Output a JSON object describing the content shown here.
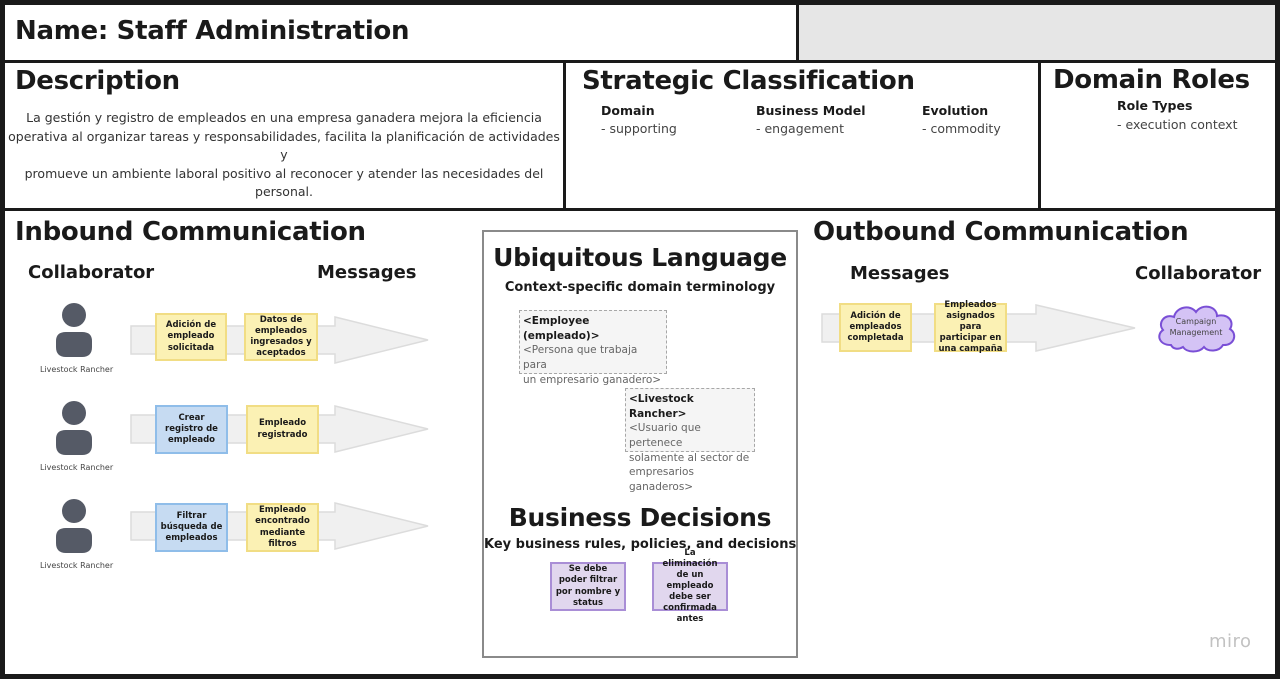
{
  "header": {
    "name_title": "Name: Staff Administration"
  },
  "description": {
    "heading": "Description",
    "lines": [
      "La gestión y registro de empleados en una empresa ganadera mejora la eficiencia",
      "operativa al organizar tareas y responsabilidades, facilita la planificación de actividades y",
      "promueve un ambiente laboral positivo al reconocer y atender las necesidades del",
      "personal."
    ]
  },
  "strategic": {
    "heading": "Strategic Classification",
    "columns": [
      {
        "label": "Domain",
        "value": "- supporting"
      },
      {
        "label": "Business Model",
        "value": "- engagement"
      },
      {
        "label": "Evolution",
        "value": "- commodity"
      }
    ]
  },
  "domain_roles": {
    "heading": "Domain Roles",
    "label": "Role Types",
    "value": "- execution context"
  },
  "inbound": {
    "heading": "Inbound Communication",
    "collaborator_label": "Collaborator",
    "messages_label": "Messages",
    "rows": [
      {
        "collaborator": "Livestock Rancher",
        "command": "Adición de empleado solicitada",
        "command_color": "yellow",
        "event": "Datos de empleados ingresados y aceptados"
      },
      {
        "collaborator": "Livestock Rancher",
        "command": "Crear registro de empleado",
        "command_color": "blue",
        "event": "Empleado registrado"
      },
      {
        "collaborator": "Livestock Rancher",
        "command": "Filtrar búsqueda de empleados",
        "command_color": "blue",
        "event": "Empleado encontrado mediante filtros"
      }
    ]
  },
  "ubiquitous": {
    "heading": "Ubiquitous Language",
    "subheading": "Context-specific domain terminology",
    "terms": [
      {
        "term": "<Employee (empleado)>",
        "definition": [
          "<Persona que trabaja para",
          "un empresario ganadero>"
        ]
      },
      {
        "term": "<Livestock Rancher>",
        "definition": [
          "<Usuario que pertenece",
          "solamente al sector de",
          "empresarios ganaderos>"
        ]
      }
    ]
  },
  "business": {
    "heading": "Business Decisions",
    "subheading": "Key business rules, policies, and decisions",
    "rules": [
      "Se debe poder filtrar por nombre y status",
      "La eliminación de un empleado debe ser confirmada antes"
    ]
  },
  "outbound": {
    "heading": "Outbound Communication",
    "messages_label": "Messages",
    "collaborator_label": "Collaborator",
    "messages": [
      "Adición de empleados completada",
      "Empleados asignados para participar en una campaña"
    ],
    "collaborator": "Campaign Management"
  },
  "brand": {
    "watermark": "miro"
  },
  "colors": {
    "yellow": "#fbf1b4",
    "blue": "#c6dbf2",
    "purple": "#e1d7ee",
    "cloud": "#d4c3f5",
    "cloud_border": "#7a4fd6",
    "person": "#555a66"
  }
}
